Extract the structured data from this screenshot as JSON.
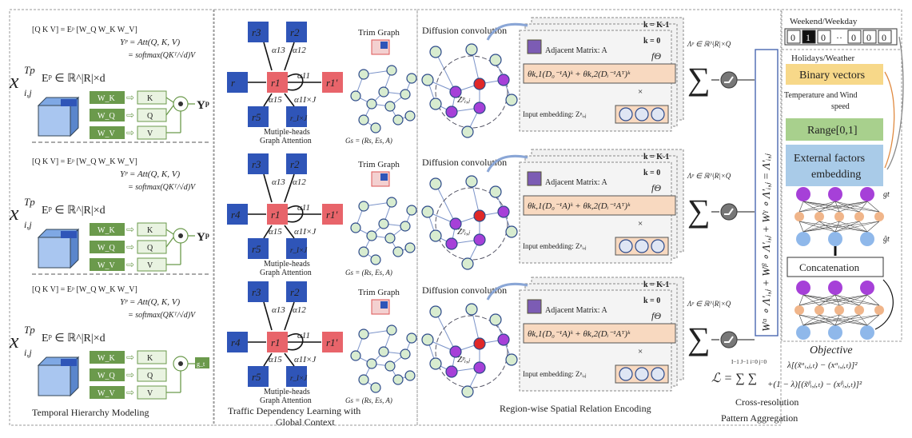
{
  "panels": {
    "temporal": {
      "title": "Temporal Hierarchy Modeling"
    },
    "traffic": {
      "title_line1": "Traffic Dependency Learning with",
      "title_line2": "Global Context"
    },
    "spatial": {
      "title": "Region-wise Spatial Relation Encoding"
    },
    "cross": {
      "title_line1": "Cross-resolution",
      "title_line2": "Pattern Aggregation"
    }
  },
  "temporal_row": {
    "qkv_eq": "[Q K V] = Eᵖ [W_Q W_K W_V]",
    "att_eq": "Yᵖ = Att(Q, K, V)",
    "softmax_eq": "= softmax(QKᵀ/√d)V",
    "input_label": "x",
    "input_sup": "Tp",
    "input_sub": "i,j",
    "embed_eq": "Eᵖ ∈ ℝ^|R|×d",
    "weights": [
      "W_K",
      "W_Q",
      "W_V"
    ],
    "vectors": [
      "K",
      "Q",
      "V"
    ],
    "output": "Yᵖ",
    "last_output": "g_t"
  },
  "attention": {
    "nodes": [
      "r3",
      "r2",
      "r",
      "r1",
      "r1'",
      "r5",
      "r_I×J"
    ],
    "row_input_nodes": [
      "r",
      "r4",
      "r4"
    ],
    "weights": [
      "α13",
      "α12",
      "α11",
      "α15",
      "α1I×J"
    ],
    "ellipsis": "…",
    "caption_line1": "Mutiple-heads",
    "caption_line2": "Graph Attention",
    "trim_graph": "Trim Graph",
    "graph_eq": "Gs = (Rs, Es, A)"
  },
  "diffusion": {
    "title": "Diffusion convolution",
    "node_label": "Zᵖᵢ,ⱼ",
    "k_last": "k = K-1",
    "k_first": "k = 0",
    "f_theta": "fΘ",
    "adjacent": "Adjacent Matrix: A",
    "formula": "θk,1(D₀⁻¹A)ᵏ + θk,2(Dᵢ⁻¹Aᵀ)ᵏ",
    "times": "×",
    "input_embedding": "Input embedding: Zᵖᵢ,ⱼ",
    "lambda": "Λᵖ ∈ ℝ^|R|×Q",
    "sum": "∑",
    "fusion": "Wᵅ ∘ Λ'ᵢ,ⱼ + Wᵝ ∘ Λ'ᵢ,ⱼ + Wᵞ ∘ Λ'ᵢ,ⱼ = Λ'ᵢ,ⱼ"
  },
  "external": {
    "weekend_label": "Weekend/Weekday",
    "weekday_bits": [
      "0",
      "1",
      "0",
      "··",
      "0",
      "0",
      "0"
    ],
    "holidays_label": "Holidays/Weather",
    "binary": "Binary vectors",
    "temp_label_line1": "Temperature and Wind",
    "temp_label_line2": "speed",
    "range": "Range[0,1]",
    "embed_line1": "External factors",
    "embed_line2": "embedding",
    "g_top": "gt",
    "g_hat": "ĝt",
    "concat": "Concatenation",
    "objective": "Objective",
    "obj_line1": "λ[(x̃ᵅᵢ,ⱼ,ₜ) − (xᵅᵢ,ⱼ,ₜ)]²",
    "obj_line2": "+(1 − λ)[(x̃ᵝᵢ,ⱼ,ₜ) − (xᵝᵢ,ⱼ,ₜ)]²",
    "loss": "ℒ = ∑ ∑",
    "sum_limits": "I−1 J−1 i=0 j=0"
  },
  "colors": {
    "blue_node": "#2f55b8",
    "red_node": "#e8646a",
    "green_box": "#6b9a4c",
    "purple": "#a640d8",
    "orange": "#f8d9c0",
    "yellow": "#f7d889",
    "light_green": "#a8d08d",
    "light_blue": "#a9cbe8"
  }
}
